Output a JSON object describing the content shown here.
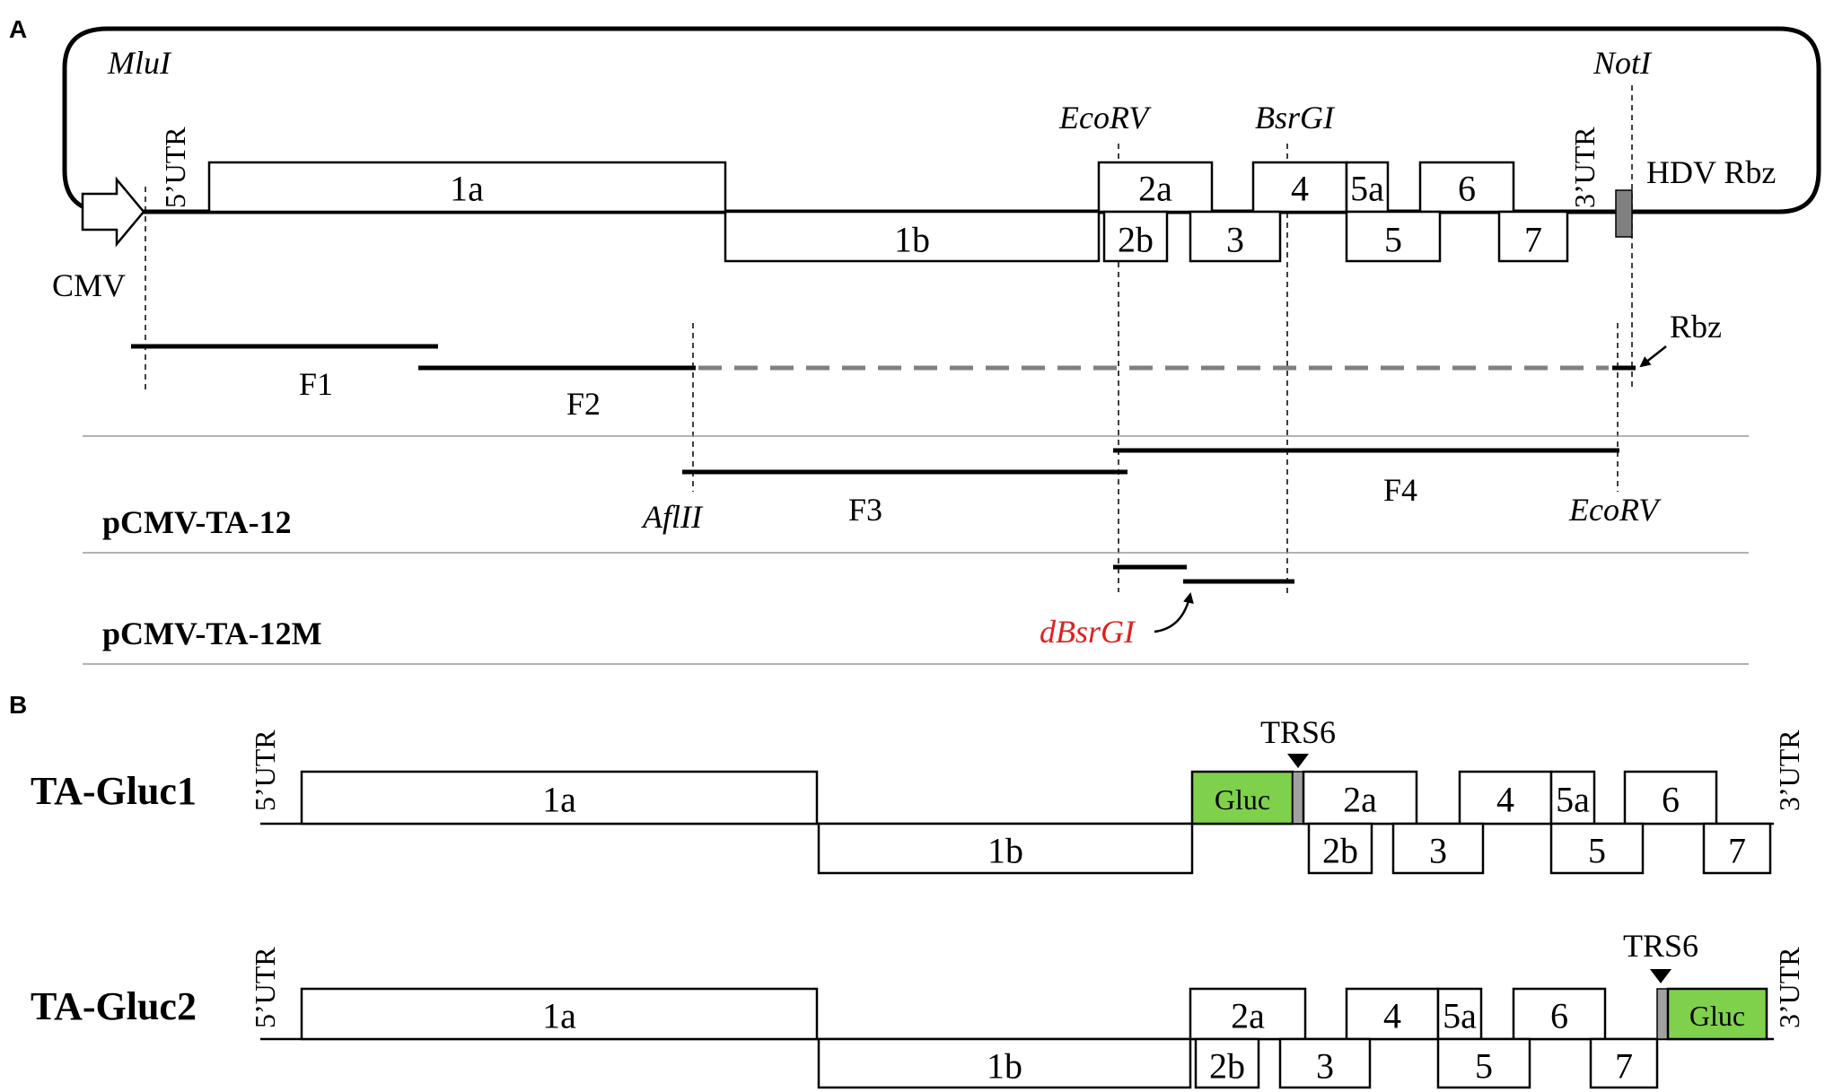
{
  "panels": {
    "a": "A",
    "b": "B"
  },
  "sites": {
    "mlu": "MluI",
    "not": "NotI",
    "ecorv": "EcoRV",
    "bsrgi": "BsrGI",
    "afl": "AflII",
    "ecorv2": "EcoRV",
    "dbsrgi": "dBsrGI"
  },
  "utr": {
    "five": "5’UTR",
    "three": "3’UTR"
  },
  "labels": {
    "cmv": "CMV",
    "hdv": "HDV Rbz",
    "rbz": "Rbz",
    "trs6": "TRS6",
    "gluc": "Gluc"
  },
  "genes": {
    "g1a": "1a",
    "g1b": "1b",
    "g2a": "2a",
    "g2b": "2b",
    "g3": "3",
    "g4": "4",
    "g5a": "5a",
    "g5": "5",
    "g6": "6",
    "g7": "7"
  },
  "fragments": {
    "f1": "F1",
    "f2": "F2",
    "f3": "F3",
    "f4": "F4"
  },
  "constructs": {
    "ta12": "pCMV-TA-12",
    "ta12m": "pCMV-TA-12M",
    "gluc1": "TA-Gluc1",
    "gluc2": "TA-Gluc2"
  },
  "colors": {
    "gluc": "#7fd14b",
    "ribozyme": "#808080",
    "trs": "#a0a0a0",
    "dashed_fragment": "#808080",
    "mutation_label": "#e02020"
  }
}
